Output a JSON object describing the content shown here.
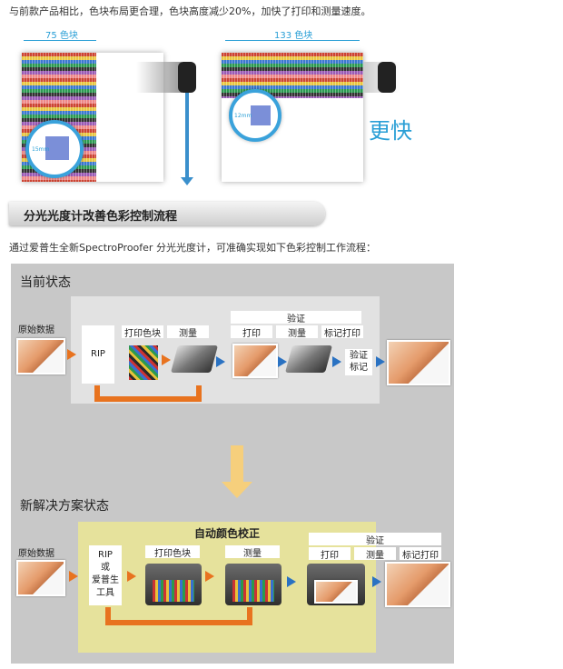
{
  "intro_text": "与前款产品相比，色块布局更合理，色块高度减少20%，加快了打印和测量速度。",
  "comparison": {
    "left_width_label": "75 色块",
    "left_patch_label": "15mm",
    "right_width_label": "133 色块",
    "right_patch_label": "12mm",
    "faster_label": "更快"
  },
  "section_header": "分光光度计改善色彩控制流程",
  "description": "通过爱普生全新SpectroProofer 分光光度计，可准确实现如下色彩控制工作流程：",
  "current": {
    "title": "当前状态",
    "source_label": "原始数据",
    "rip_label": "RIP",
    "print_patch_label": "打印色块",
    "measure_label": "测量",
    "verify_label": "验证",
    "print_label": "打印",
    "measure2_label": "测量",
    "mark_print_label": "标记打印",
    "verify_mark_line1": "验证",
    "verify_mark_line2": "标记"
  },
  "new": {
    "title": "新解决方案状态",
    "source_label": "原始数据",
    "auto_label": "自动颜色校正",
    "rip_line1": "RIP",
    "rip_line2": "或",
    "rip_line3": "爱普生",
    "rip_line4": "工具",
    "print_patch_label": "打印色块",
    "measure_label": "测量",
    "verify_label": "验证",
    "print_label": "打印",
    "measure2_label": "测量",
    "mark_print_label": "标记打印"
  },
  "colors": {
    "accent_blue": "#2a9fd6",
    "orange_arrow": "#e8731f",
    "blue_arrow": "#2a72c2",
    "panel_grey": "#c8c8c8",
    "auto_yellow": "#e6e29c"
  }
}
